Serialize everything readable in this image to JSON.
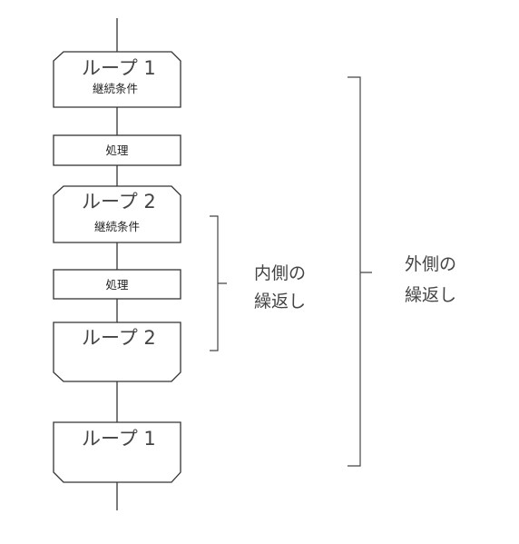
{
  "loop1_start": {
    "title": "ループ 1",
    "condition": "継続条件"
  },
  "process1": {
    "label": "処理"
  },
  "loop2_start": {
    "title": "ループ 2",
    "condition": "継続条件"
  },
  "process2": {
    "label": "処理"
  },
  "loop2_end": {
    "title": "ループ 2"
  },
  "loop1_end": {
    "title": "ループ 1"
  },
  "inner_label": {
    "line1": "内側の",
    "line2": "繰返し"
  },
  "outer_label": {
    "line1": "外側の",
    "line2": "繰返し"
  }
}
